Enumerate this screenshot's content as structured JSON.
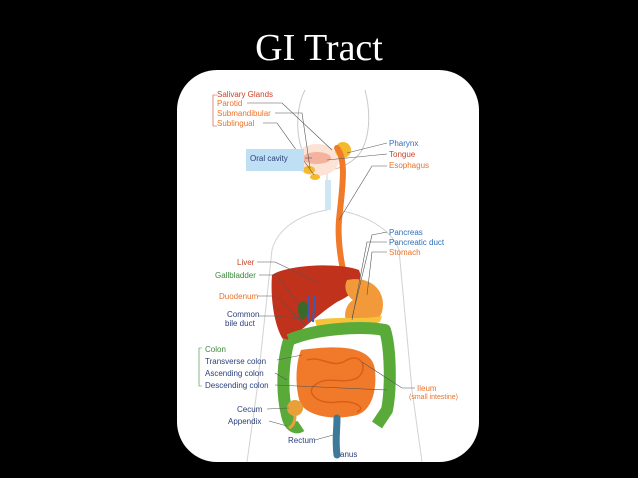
{
  "title": "GI Tract",
  "labels": {
    "salivary_glands": "Salivary Glands",
    "parotid": "Parotid",
    "submandibular": "Submandibular",
    "sublingual": "Sublingual",
    "oral_cavity": "Oral cavity",
    "pharynx": "Pharynx",
    "tongue": "Tongue",
    "esophagus": "Esophagus",
    "pancreas": "Pancreas",
    "pancreatic_duct": "Pancreatic duct",
    "stomach": "Stomach",
    "liver": "Liver",
    "gallbladder": "Gallbladder",
    "duodenum": "Duodenum",
    "common_bile_duct_1": "Common",
    "common_bile_duct_2": "bile duct",
    "colon": "Colon",
    "transverse_colon": "Transverse colon",
    "ascending_colon": "Ascending colon",
    "descending_colon": "Descending colon",
    "ileum": "Ileum",
    "small_intestine": "(small intestine)",
    "cecum": "Cecum",
    "appendix": "Appendix",
    "rectum": "Rectum",
    "anus": "anus"
  },
  "colors": {
    "background": "#000000",
    "card": "#ffffff",
    "liver": "#c0321c",
    "intestine": "#f07a2a",
    "colon": "#5aaa3a",
    "esophagus": "#f07a2a",
    "label_red": "#c8432a",
    "label_orange": "#e8732a",
    "label_blue": "#2e6fb8",
    "label_green": "#3a8a3a"
  }
}
